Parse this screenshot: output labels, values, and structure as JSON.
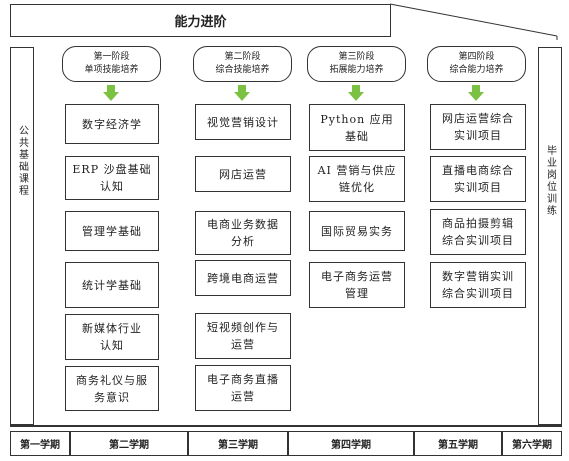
{
  "header": {
    "title": "能力进阶"
  },
  "left_side": {
    "label": "公共基础课程"
  },
  "right_side": {
    "label": "毕业岗位训练"
  },
  "stages": [
    {
      "line1": "第一阶段",
      "line2": "单项技能培养",
      "courses": [
        [
          "数字经济学"
        ],
        [
          "ERP 沙盘基础",
          "认知"
        ],
        [
          "管理学基础"
        ],
        [
          "统计学基础"
        ],
        [
          "新媒体行业",
          "认知"
        ],
        [
          "商务礼仪与服",
          "务意识"
        ]
      ]
    },
    {
      "line1": "第二阶段",
      "line2": "综合技能培养",
      "courses": [
        [
          "视觉营销设计"
        ],
        [
          "网店运营"
        ],
        [
          "电商业务数据",
          "分析"
        ],
        [
          "跨境电商运营"
        ],
        [
          "短视频创作与",
          "运营"
        ],
        [
          "电子商务直播",
          "运营"
        ]
      ]
    },
    {
      "line1": "第三阶段",
      "line2": "拓展能力培养",
      "courses": [
        [
          "Python 应用",
          "基础"
        ],
        [
          "AI 营销与供应",
          "链优化"
        ],
        [
          "国际贸易实务"
        ],
        [
          "电子商务运营",
          "管理"
        ]
      ]
    },
    {
      "line1": "第四阶段",
      "line2": "综合能力培养",
      "courses": [
        [
          "网店运营综合",
          "实训项目"
        ],
        [
          "直播电商综合",
          "实训项目"
        ],
        [
          "商品拍摄剪辑",
          "综合实训项目"
        ],
        [
          "数字营销实训",
          "综合实训项目"
        ]
      ]
    }
  ],
  "semesters": [
    "第一学期",
    "第二学期",
    "第三学期",
    "第四学期",
    "第五学期",
    "第六学期"
  ],
  "colors": {
    "arrow": "#7cc242",
    "border": "#333333"
  }
}
